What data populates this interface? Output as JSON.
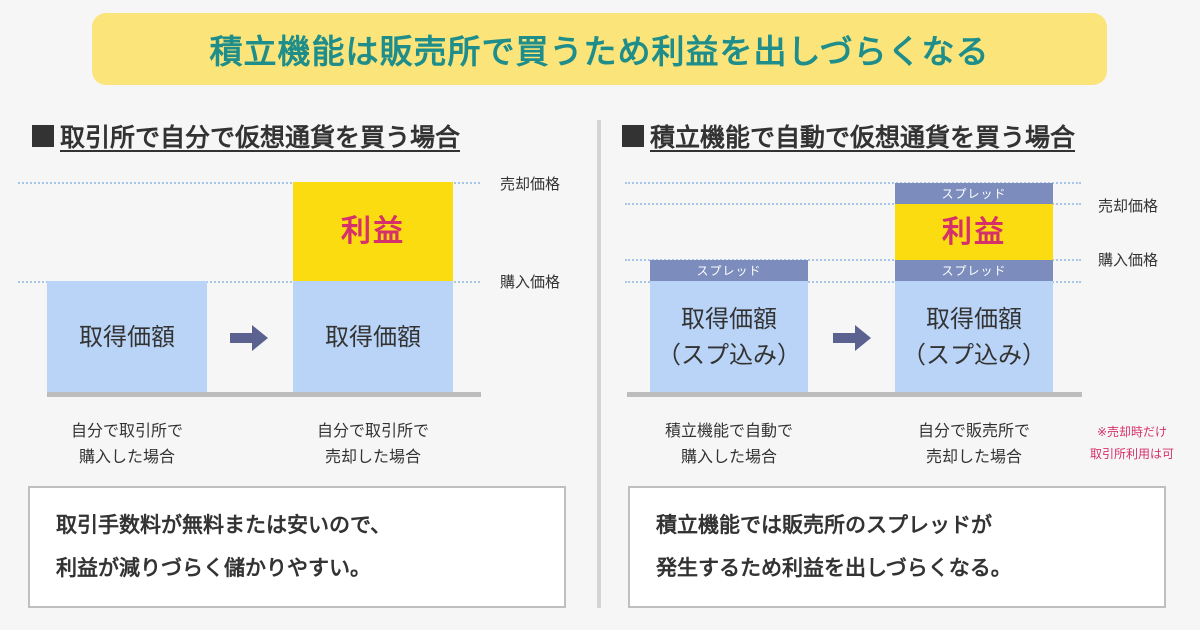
{
  "title": "積立機能は販売所で買うため利益を出しづらくなる",
  "left": {
    "heading": "■取引所で自分で仮想通貨を買う場合",
    "heading_text": "取引所で自分で仮想通貨を買う場合",
    "price_sell": "売却価格",
    "price_buy": "購入価格",
    "bar1": "取得価額",
    "bar2": "取得価額",
    "profit": "利益",
    "caption1_line1": "自分で取引所で",
    "caption1_line2": "購入した場合",
    "caption2_line1": "自分で取引所で",
    "caption2_line2": "売却した場合",
    "summary_line1": "取引手数料が無料または安いので、",
    "summary_line2": "利益が減りづらく儲かりやすい。"
  },
  "right": {
    "heading": "■積立機能で自動で仮想通貨を買う場合",
    "heading_text": "積立機能で自動で仮想通貨を買う場合",
    "price_sell": "売却価格",
    "price_buy": "購入価格",
    "spread": "スプレッド",
    "bar1_line1": "取得価額",
    "bar1_line2": "（スプ込み）",
    "bar2_line1": "取得価額",
    "bar2_line2": "（スプ込み）",
    "profit": "利益",
    "caption1_line1": "積立機能で自動で",
    "caption1_line2": "購入した場合",
    "caption2_line1": "自分で販売所で",
    "caption2_line2": "売却した場合",
    "note_line1": "※売却時だけ",
    "note_line2": "取引所利用は可",
    "summary_line1": "積立機能では販売所のスプレッドが",
    "summary_line2": "発生するため利益を出しづらくなる。"
  },
  "colors": {
    "title_bg": "#fbe57a",
    "title_text": "#1f8e8b",
    "cost_bar": "#b9d4f7",
    "profit_bar": "#fadc11",
    "profit_text": "#d6306b",
    "spread_bar": "#7b8cbd",
    "arrow": "#5b6290"
  },
  "icons": {
    "arrow": "right-arrow-icon"
  }
}
